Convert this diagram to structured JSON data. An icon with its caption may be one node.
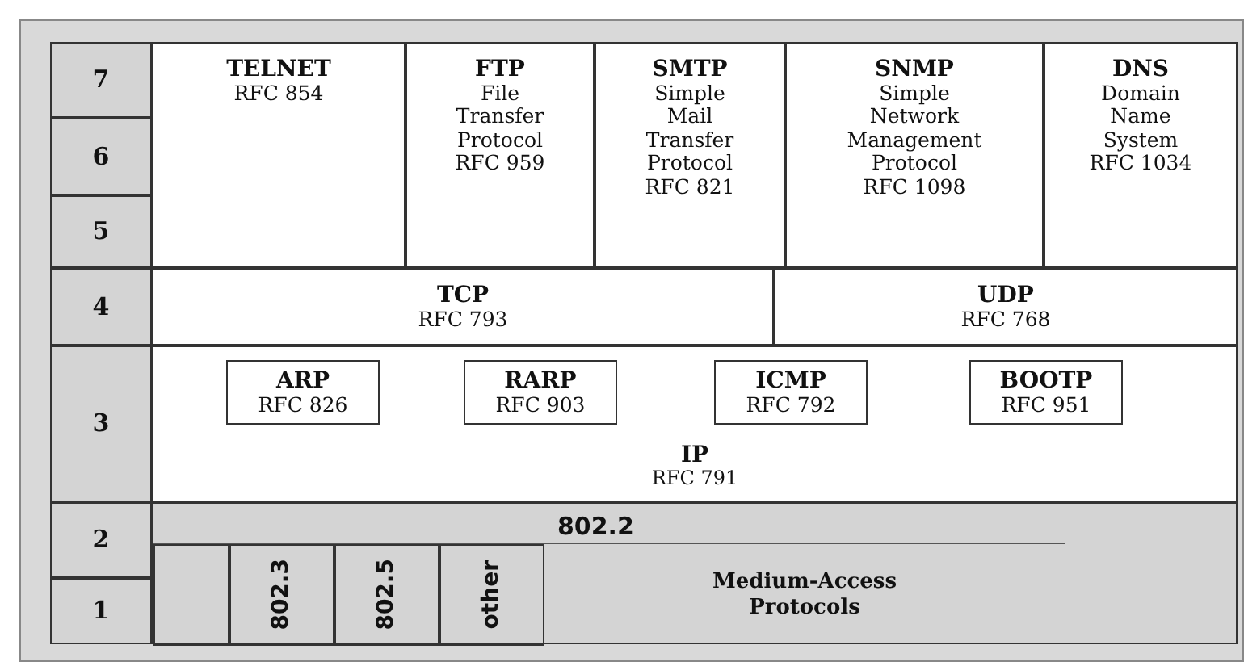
{
  "diagram": {
    "nodes": [
      {
        "text": [
          "7"
        ]
      },
      {
        "text": [
          "6"
        ]
      },
      {
        "text": [
          "5"
        ]
      },
      {
        "text": [
          "4"
        ]
      },
      {
        "text": [
          "3"
        ]
      },
      {
        "text": [
          "2"
        ]
      },
      {
        "text": [
          "1"
        ]
      },
      {
        "text": [
          "TELNET",
          "RFC 854"
        ]
      },
      {
        "text": [
          "FTP",
          "File Transfer Protocol",
          "RFC 959"
        ]
      },
      {
        "text": [
          "SMTP",
          "Simple Mail Transfer Protocol",
          "RFC 821"
        ]
      },
      {
        "text": [
          "SNMP",
          "Simple Network Management Protocol",
          "RFC 1098"
        ]
      },
      {
        "text": [
          "DNS",
          "Domain Name System",
          "RFC 1034"
        ]
      },
      {
        "text": [
          "TCP",
          "RFC 793"
        ]
      },
      {
        "text": [
          "UDP",
          "RFC 768"
        ]
      },
      {
        "text": [
          "IP",
          "RFC 791"
        ]
      },
      {
        "text": [
          "ARP",
          "RFC 826"
        ],
        "in": 14
      },
      {
        "text": [
          "RARP",
          "RFC 903"
        ],
        "in": 14
      },
      {
        "text": [
          "ICMP",
          "RFC 792"
        ],
        "in": 14
      },
      {
        "text": [
          "BOOTP",
          "RFC 951"
        ],
        "in": 14
      },
      {
        "text": [
          "802.2"
        ]
      },
      {
        "text": [],
        "shape": "box",
        "in": 19
      },
      {
        "text": [
          "802.3"
        ],
        "in": 19
      },
      {
        "text": [
          "802.5"
        ],
        "in": 19
      },
      {
        "text": [
          "other"
        ],
        "in": 19
      },
      {
        "text": [
          "Medium-Access Protocols"
        ],
        "in": 19
      }
    ]
  }
}
